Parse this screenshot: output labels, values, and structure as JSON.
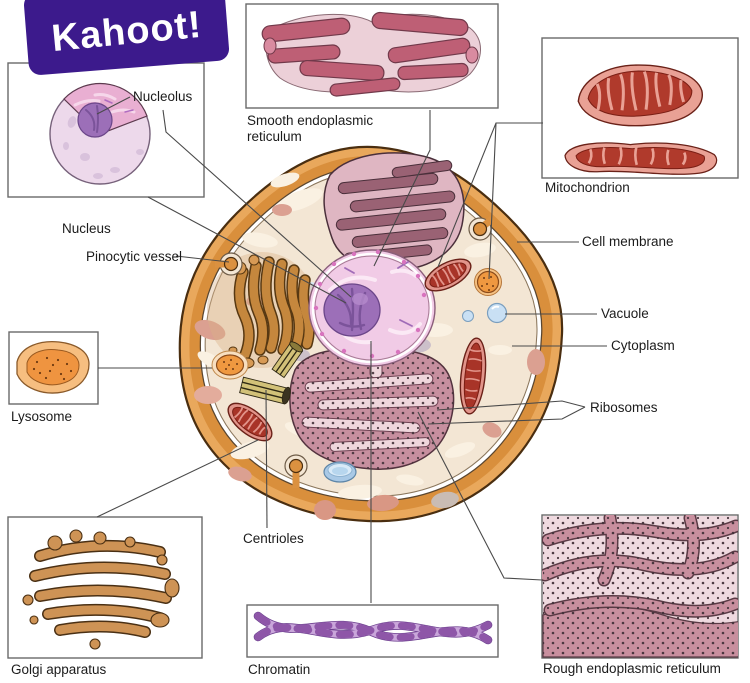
{
  "brand": {
    "name": "Kahoot!",
    "color": "#46178F"
  },
  "figure_subject": "Animal cell anatomy diagram",
  "labels": {
    "nucleolus": "Nucleolus",
    "nucleus": "Nucleus",
    "pinocytic_vessel": "Pinocytic vessel",
    "lysosome": "Lysosome",
    "golgi_apparatus": "Golgi apparatus",
    "centrioles": "Centrioles",
    "chromatin": "Chromatin",
    "smooth_er": "Smooth endoplasmic reticulum",
    "mitochondrion": "Mitochondrion",
    "cell_membrane": "Cell membrane",
    "vacuole": "Vacuole",
    "cytoplasm": "Cytoplasm",
    "ribosomes": "Ribosomes",
    "rough_er": "Rough endoplasmic reticulum"
  },
  "colors": {
    "brand_purple": "#46178F",
    "membrane_orange": "#E9A85C",
    "membrane_dark": "#D98F3C",
    "cytoplasm": "#F3E6D4",
    "nucleus_pink": "#F1CBE6",
    "nucleolus_purple": "#9C6FB8",
    "mitochondrion_red": "#A83428",
    "lysosome_orange": "#EF9840",
    "golgi_brown": "#C5873D",
    "smooth_er_mauve": "#9A6274",
    "rough_er_mauve": "#C78F9F",
    "vacuole_blue": "#C9E0F4",
    "chromatin_purple": "#8E56A8",
    "line_gray": "#4A4A4A"
  }
}
